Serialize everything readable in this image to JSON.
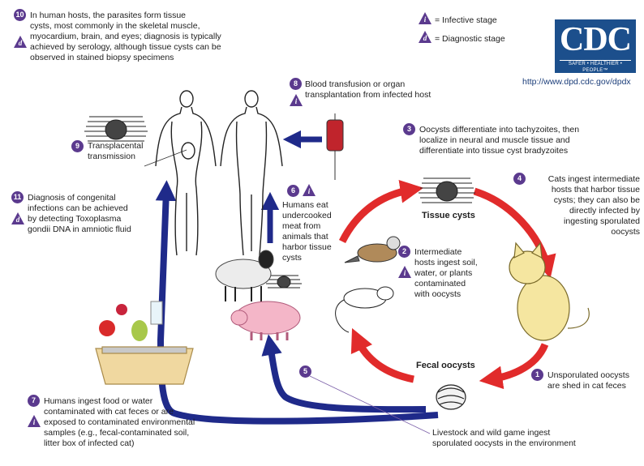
{
  "legend": {
    "infective_symbol": "i",
    "infective_label": "= Infective stage",
    "diagnostic_symbol": "d",
    "diagnostic_label": "= Diagnostic stage"
  },
  "logo": {
    "text": "CDC",
    "tagline": "SAFER • HEALTHIER • PEOPLE™",
    "url": "http://www.dpd.cdc.gov/dpdx"
  },
  "steps": {
    "s1": {
      "num": "1",
      "lines": [
        "Unsporulated oocysts",
        "are shed in cat feces"
      ]
    },
    "s2": {
      "num": "2",
      "lines": [
        "Intermediate",
        "hosts ingest soil,",
        "water, or plants",
        "contaminated",
        "with oocysts"
      ]
    },
    "s3": {
      "num": "3",
      "lines": [
        "Oocysts differentiate into tachyzoites, then",
        "localize in neural and muscle tissue and",
        "differentiate into tissue cyst bradyzoites"
      ]
    },
    "s4": {
      "num": "4",
      "lines": [
        "Cats ingest intermediate",
        "hosts that harbor tissue",
        "cysts; they can also be",
        "directly infected by",
        "ingesting sporulated",
        "oocysts"
      ]
    },
    "s5": {
      "num": "5",
      "lines": [
        "Livestock and wild game ingest",
        "sporulated oocysts in the environment"
      ]
    },
    "s6": {
      "num": "6",
      "lines": [
        "Humans eat",
        "undercooked",
        "meat from",
        "animals that",
        "harbor tissue",
        "cysts"
      ]
    },
    "s7": {
      "num": "7",
      "lines": [
        "Humans ingest food or water",
        "contaminated with cat feces or are",
        "exposed to contaminated environmental",
        "samples (e.g., fecal-contaminated soil,",
        "litter box of infected cat)"
      ]
    },
    "s8": {
      "num": "8",
      "lines": [
        "Blood transfusion or organ",
        "transplantation from infected host"
      ]
    },
    "s9": {
      "num": "9",
      "lines": [
        "Transplacental",
        "transmission"
      ]
    },
    "s10": {
      "num": "10",
      "lines": [
        "In human hosts, the parasites form tissue",
        "cysts, most commonly in the skeletal muscle,",
        "myocardium, brain, and eyes; diagnosis is typically",
        "achieved by serology, although tissue cysts can be",
        "observed in stained biopsy specimens"
      ]
    },
    "s11": {
      "num": "11",
      "lines": [
        "Diagnosis of congenital",
        "infections can be achieved",
        "by detecting Toxoplasma",
        "gondii DNA in amniotic fluid"
      ]
    }
  },
  "labels": {
    "tissue_cysts": "Tissue cysts",
    "fecal_oocysts": "Fecal oocysts"
  },
  "colors": {
    "purple": "#5b3a8e",
    "red_arrow": "#e12b2b",
    "blue_arrow": "#1f2a8a"
  }
}
